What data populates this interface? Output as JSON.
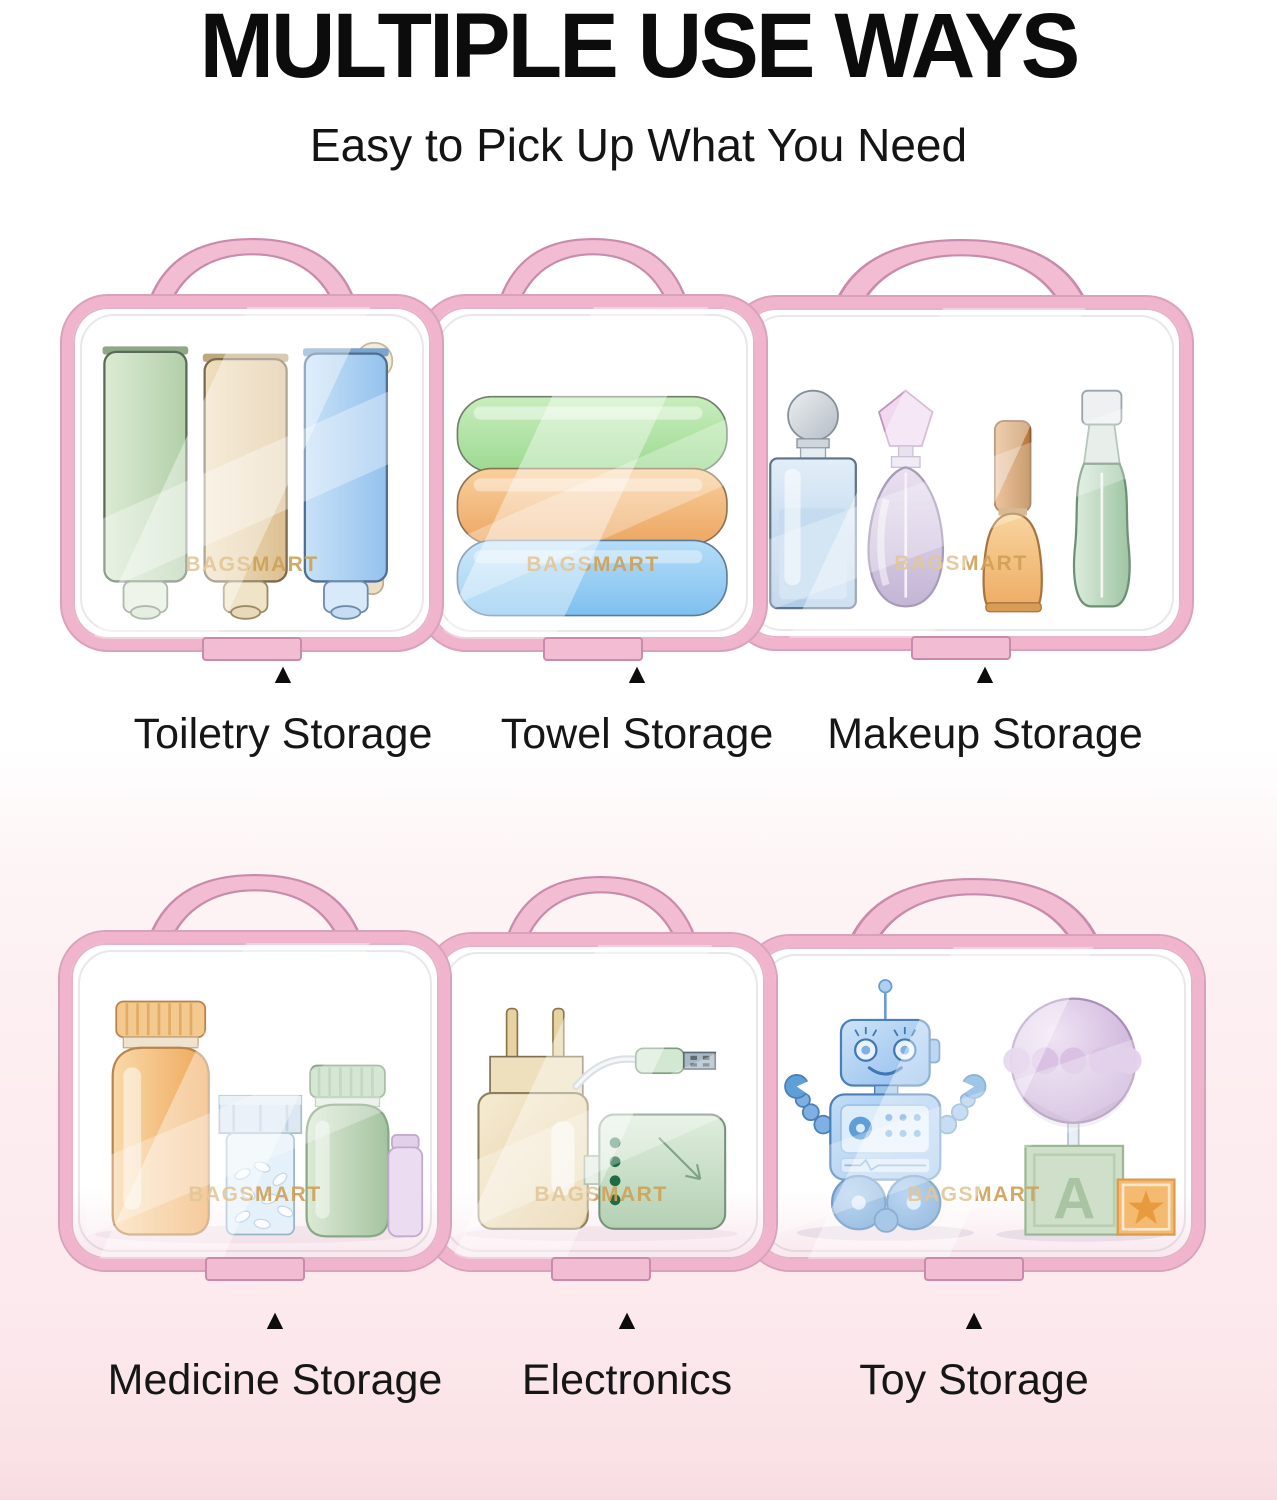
{
  "header": {
    "title": "MULTIPLE USE WAYS",
    "subtitle": "Easy to Pick Up What You Need"
  },
  "brand": {
    "watermark": "BAGSMART"
  },
  "marker": "▲",
  "bags": [
    {
      "label": "Toiletry Storage",
      "content": "toiletry-tubes-illustration"
    },
    {
      "label": "Towel Storage",
      "content": "folded-towels-illustration"
    },
    {
      "label": "Makeup Storage",
      "content": "perfume-bottles-illustration"
    },
    {
      "label": "Medicine Storage",
      "content": "pill-bottles-illustration"
    },
    {
      "label": "Electronics",
      "content": "charger-power-bank-illustration"
    },
    {
      "label": "Toy Storage",
      "content": "robot-and-toys-illustration",
      "block_letter": "A"
    }
  ],
  "colors": {
    "trim_pink": "#F0B4CC",
    "handle_pink": "#F2BCD2",
    "watermark_gold": "#CFA155",
    "background_bottom_pink": "#F8DCE1",
    "text_black": "#0C0C0C"
  }
}
